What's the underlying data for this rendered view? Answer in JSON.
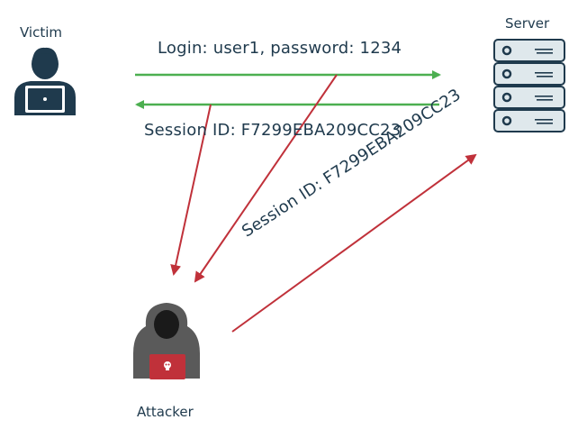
{
  "actors": {
    "victim": "Victim",
    "server": "Server",
    "attacker": "Attacker"
  },
  "messages": {
    "login": "Login: user1, password: 1234",
    "session": "Session ID: F7299EBA209CC23",
    "stolen_session": "Session ID: F7299EBA209CC23"
  },
  "colors": {
    "text": "#1f3a4d",
    "legit_arrow": "#4caf50",
    "attack_arrow": "#c0313a",
    "victim_figure": "#1f3a4d",
    "server_outline": "#1f3a4d",
    "server_fill": "#dfe8ec",
    "attacker_hood": "#5a5a5a",
    "attacker_laptop": "#c0313a"
  },
  "icons": {
    "victim": "person-laptop-icon",
    "server": "server-rack-icon",
    "attacker": "hooded-hacker-icon",
    "skull": "skull-icon"
  }
}
